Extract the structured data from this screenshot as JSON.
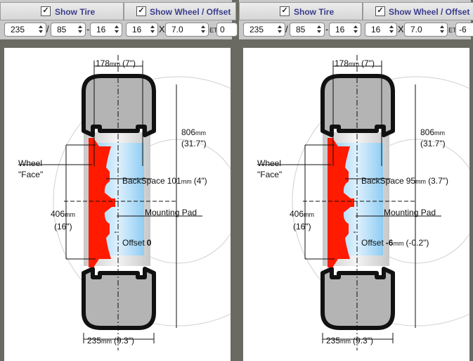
{
  "panels": [
    {
      "show_tire_label": "Show Tire",
      "show_wheel_label": "Show Wheel / Offset",
      "show_tire_checked": "✓",
      "show_wheel_checked": "✓",
      "tire_width": "235",
      "aspect_ratio": "85",
      "rim_diameter": "16",
      "wheel_diameter": "16",
      "wheel_width": "7.0",
      "offset_value": "0",
      "sep_slash": "/",
      "sep_dash": "-",
      "sep_x": "X",
      "et_label": "ET",
      "tread_width_num": "178",
      "tread_width_unit": "mm",
      "tread_width_in": "(7\")",
      "overall_dia_num": "806",
      "overall_dia_unit": "mm",
      "overall_dia_in": "(31.7\")",
      "wheel_face_l1": "Wheel",
      "wheel_face_l2": "\"Face\"",
      "backspace_label": "BackSpace",
      "backspace_num": "101",
      "backspace_unit": "mm",
      "backspace_in": "(4\")",
      "mounting_pad": "Mounting Pad",
      "rim_dia_num": "406",
      "rim_dia_unit": "mm",
      "rim_dia_in": "(16\")",
      "offset_label": "Offset",
      "offset_num": "0",
      "offset_unit": "",
      "offset_in": "",
      "section_width_num": "235",
      "section_width_unit": "mm",
      "section_width_in": "(9.3\")"
    },
    {
      "show_tire_label": "Show Tire",
      "show_wheel_label": "Show Wheel / Offset",
      "show_tire_checked": "✓",
      "show_wheel_checked": "✓",
      "tire_width": "235",
      "aspect_ratio": "85",
      "rim_diameter": "16",
      "wheel_diameter": "16",
      "wheel_width": "7.0",
      "offset_value": "-6",
      "sep_slash": "/",
      "sep_dash": "-",
      "sep_x": "X",
      "et_label": "ET",
      "tread_width_num": "178",
      "tread_width_unit": "mm",
      "tread_width_in": "(7\")",
      "overall_dia_num": "806",
      "overall_dia_unit": "mm",
      "overall_dia_in": "(31.7\")",
      "wheel_face_l1": "Wheel",
      "wheel_face_l2": "\"Face\"",
      "backspace_label": "BackSpace",
      "backspace_num": "95",
      "backspace_unit": "mm",
      "backspace_in": "(3.7\")",
      "mounting_pad": "Mounting Pad",
      "rim_dia_num": "406",
      "rim_dia_unit": "mm",
      "rim_dia_in": "(16\")",
      "offset_label": "Offset",
      "offset_num": "-6",
      "offset_unit": "mm",
      "offset_in": "(-0.2\")",
      "section_width_num": "235",
      "section_width_unit": "mm",
      "section_width_in": "(9.3\")"
    }
  ],
  "colors": {
    "wheel_red": "#ff1a00",
    "tire_gray": "#b4b4b4",
    "tire_outline": "#111111",
    "rim_blue": "#8fcdf3",
    "label_blue": "#3a3d8c"
  }
}
